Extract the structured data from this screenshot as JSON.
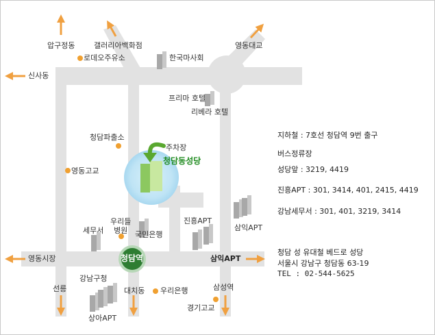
{
  "places": {
    "apgujeong": "압구정동",
    "galleria": "갤러리아백화점",
    "rodeo": "로데오주유소",
    "kma": "한국마사회",
    "yeongdong_bridge": "영동대교",
    "sinsa": "신사동",
    "prima": "프리마 호텔",
    "riviera": "리베라 호텔",
    "police": "청담파출소",
    "parking": "주차장",
    "church": "청담동성당",
    "yd_high": "영동고교",
    "woori_hospital": "우리들\n병원",
    "tax": "세무서",
    "kookmin": "국민은행",
    "jinheung": "진흥APT",
    "samik": "삼익APT",
    "ydmarket": "영동시장",
    "station": "청담역",
    "samik_arrow": "삼익APT",
    "gangnam_office": "강남구청",
    "daechi": "대치동",
    "woori_bank": "우리은행",
    "seolleung": "선릉",
    "samseong": "삼성역",
    "gyeonggi": "경기고교",
    "sangah": "상아APT"
  },
  "info": {
    "subway": "지하철 : 7호선 청담역 9번 출구",
    "bus_title": "버스정류장",
    "bus1": "성당앞 : 3219, 4419",
    "bus2": "진흥APT : 301, 3414, 401, 2415, 4419",
    "bus3": "강남세무서 : 301, 401, 3219, 3414",
    "church_name": "청담 성 유대철 베드로 성당",
    "address": "서울시 강남구 청담동 63-19",
    "tel": "TEL : 02-544-5625"
  },
  "colors": {
    "road": "#e2e2e2",
    "arrow": "#f0a040",
    "poi_dot": "#f0a030",
    "building": "#a8a8a8",
    "church_building": "#a8d870",
    "halo": "#a8d8f0",
    "curve_arrow": "#5aa830",
    "station": "#2e7d32",
    "church_text": "#1e8a1e"
  }
}
